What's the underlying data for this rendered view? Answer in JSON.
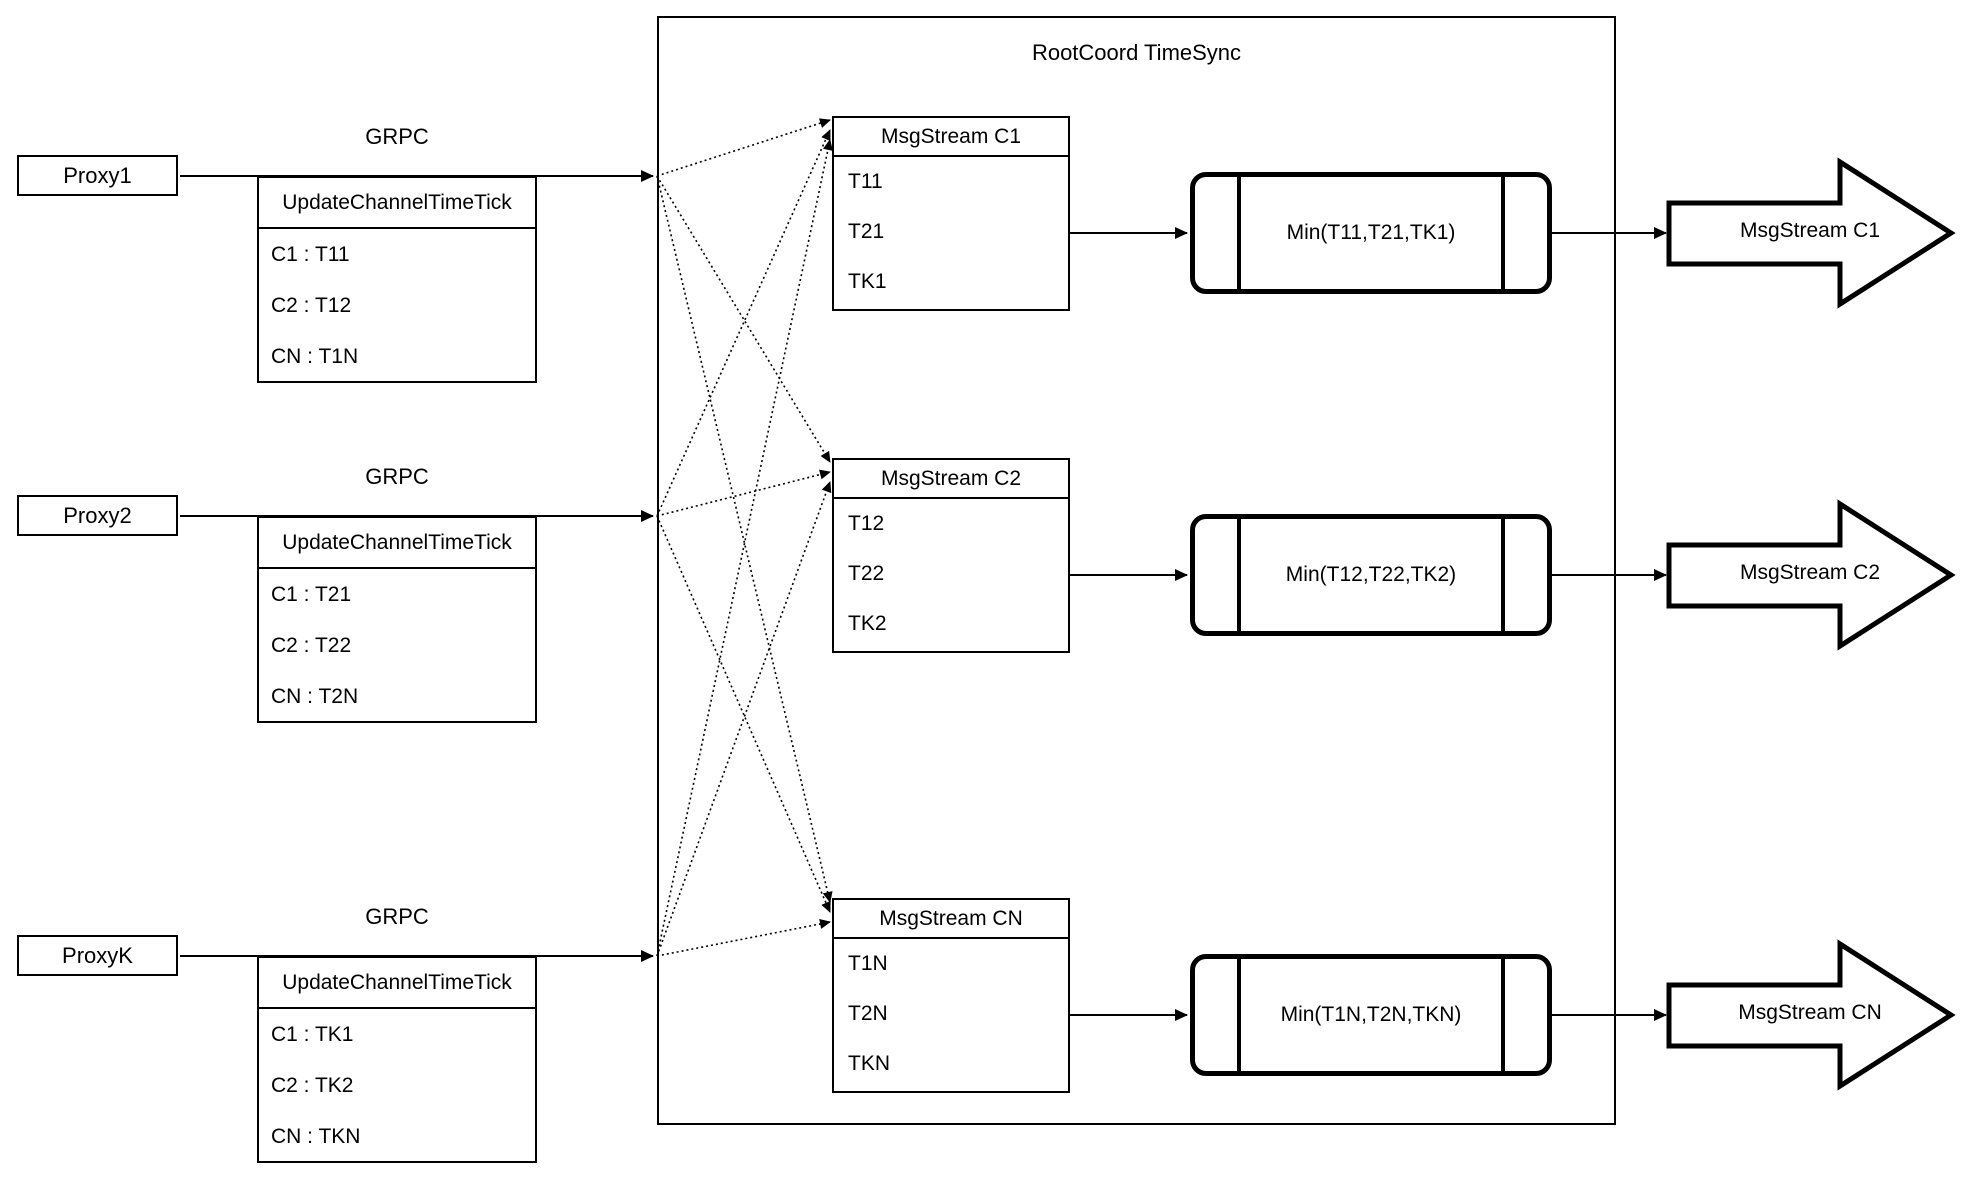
{
  "diagram": {
    "container_title": "RootCoord TimeSync",
    "grpc_label": "GRPC",
    "colors": {
      "stroke": "#000000",
      "background": "#ffffff"
    },
    "rows": [
      {
        "proxy": "Proxy1",
        "update_box": {
          "title": "UpdateChannelTimeTick",
          "entries": [
            "C1 : T11",
            "C2 : T12",
            "CN : T1N"
          ]
        },
        "msgstream": {
          "title": "MsgStream C1",
          "entries": [
            "T11",
            "T21",
            "TK1"
          ]
        },
        "min_label": "Min(T11,T21,TK1)",
        "out_arrow": "MsgStream C1"
      },
      {
        "proxy": "Proxy2",
        "update_box": {
          "title": "UpdateChannelTimeTick",
          "entries": [
            "C1 : T21",
            "C2 : T22",
            "CN : T2N"
          ]
        },
        "msgstream": {
          "title": "MsgStream C2",
          "entries": [
            "T12",
            "T22",
            "TK2"
          ]
        },
        "min_label": "Min(T12,T22,TK2)",
        "out_arrow": "MsgStream C2"
      },
      {
        "proxy": "ProxyK",
        "update_box": {
          "title": "UpdateChannelTimeTick",
          "entries": [
            "C1 : TK1",
            "C2 : TK2",
            "CN : TKN"
          ]
        },
        "msgstream": {
          "title": "MsgStream CN",
          "entries": [
            "T1N",
            "T2N",
            "TKN"
          ]
        },
        "min_label": "Min(T1N,T2N,TKN)",
        "out_arrow": "MsgStream CN"
      }
    ]
  }
}
